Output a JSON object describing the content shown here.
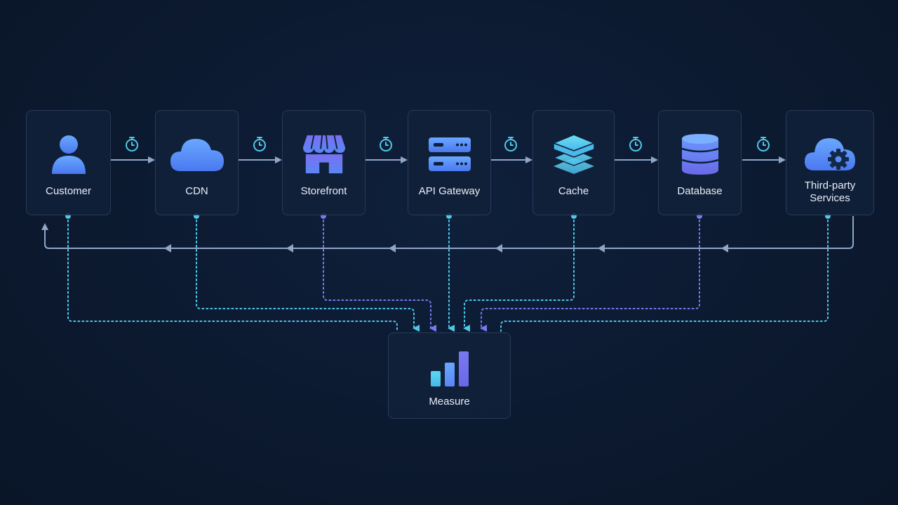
{
  "nodes": [
    {
      "id": "customer",
      "label": "Customer",
      "icon": "user-icon"
    },
    {
      "id": "cdn",
      "label": "CDN",
      "icon": "cloud-icon"
    },
    {
      "id": "storefront",
      "label": "Storefront",
      "icon": "storefront-icon"
    },
    {
      "id": "api-gateway",
      "label": "API Gateway",
      "icon": "server-icon"
    },
    {
      "id": "cache",
      "label": "Cache",
      "icon": "layers-icon"
    },
    {
      "id": "database",
      "label": "Database",
      "icon": "database-icon"
    },
    {
      "id": "third-party",
      "label_line1": "Third-party",
      "label_line2": "Services",
      "icon": "cloud-gear-icon"
    }
  ],
  "measure": {
    "label": "Measure",
    "icon": "bar-chart-icon"
  },
  "colors": {
    "background": "#0c1a31",
    "node_border": "#2a3a57",
    "arrow": "#8fa6c8",
    "cyan": "#4fc8e8",
    "violet": "#7a78f0",
    "blue": "#5a8cf5"
  }
}
